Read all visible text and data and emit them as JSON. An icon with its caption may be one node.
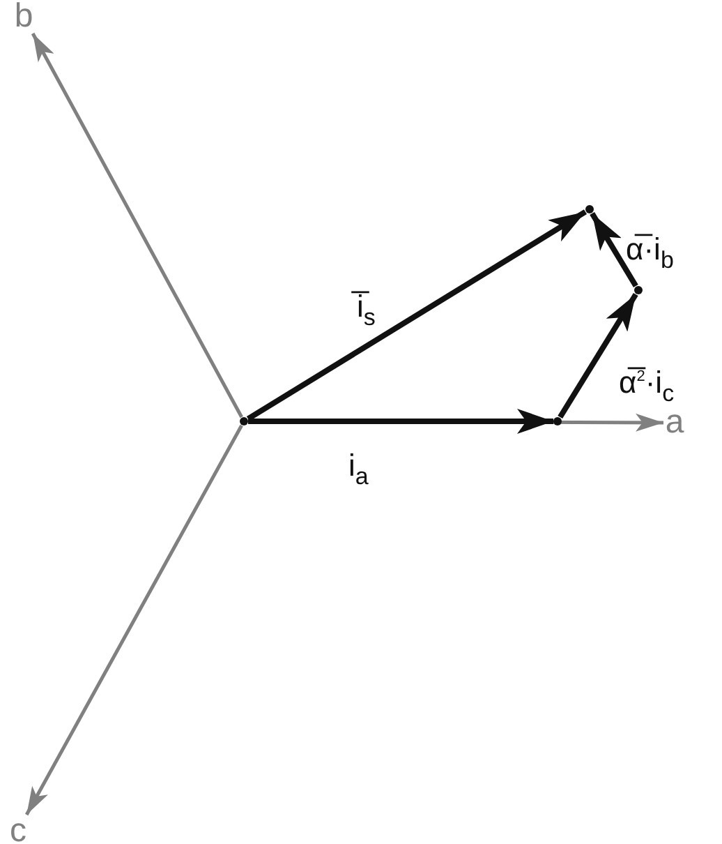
{
  "diagram": {
    "nodes": [
      {
        "text": [],
        "shape": "point"
      },
      {
        "text": [
          "a"
        ]
      },
      {
        "text": [
          "b"
        ]
      },
      {
        "text": [
          "c"
        ]
      },
      {
        "text": [],
        "shape": "point"
      },
      {
        "text": [],
        "shape": "point"
      },
      {
        "text": [],
        "shape": "point"
      }
    ],
    "edges": [
      {
        "from": 0,
        "to": 1,
        "arrow": "to",
        "color": "#808080"
      },
      {
        "from": 0,
        "to": 2,
        "arrow": "to",
        "color": "#808080"
      },
      {
        "from": 0,
        "to": 3,
        "arrow": "to",
        "color": "#808080"
      },
      {
        "from": 0,
        "to": 4,
        "arrow": "to",
        "label": "i$_{a}$"
      },
      {
        "from": 4,
        "to": 5,
        "arrow": "to",
        "label": "α̅$^{2}$·i$_{c}$"
      },
      {
        "from": 5,
        "to": 6,
        "arrow": "to",
        "label": "α̅·i$_{b}$"
      },
      {
        "from": 0,
        "to": 6,
        "arrow": "to",
        "label": "i̅$_{s}$"
      }
    ]
  }
}
